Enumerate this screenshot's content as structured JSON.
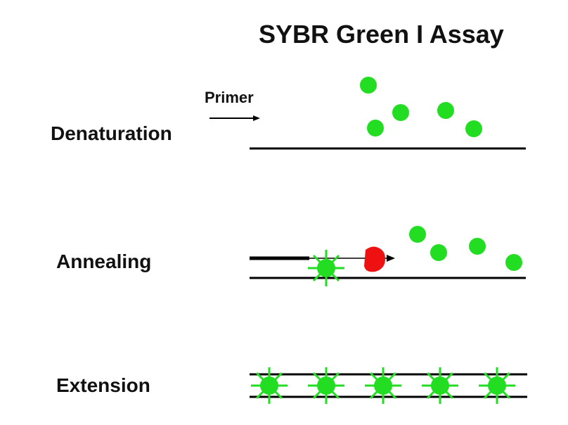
{
  "title": "SYBR Green I Assay",
  "primer_label": "Primer",
  "stages": [
    {
      "label": "Denaturation"
    },
    {
      "label": "Annealing"
    },
    {
      "label": "Extension"
    }
  ],
  "colors": {
    "dye": "#22dd22",
    "polymerase": "#ee1111",
    "strand": "#000000"
  },
  "icons": [
    "free-dye-molecule-icon",
    "bound-dye-star-icon",
    "polymerase-icon",
    "primer-arrow-icon"
  ]
}
